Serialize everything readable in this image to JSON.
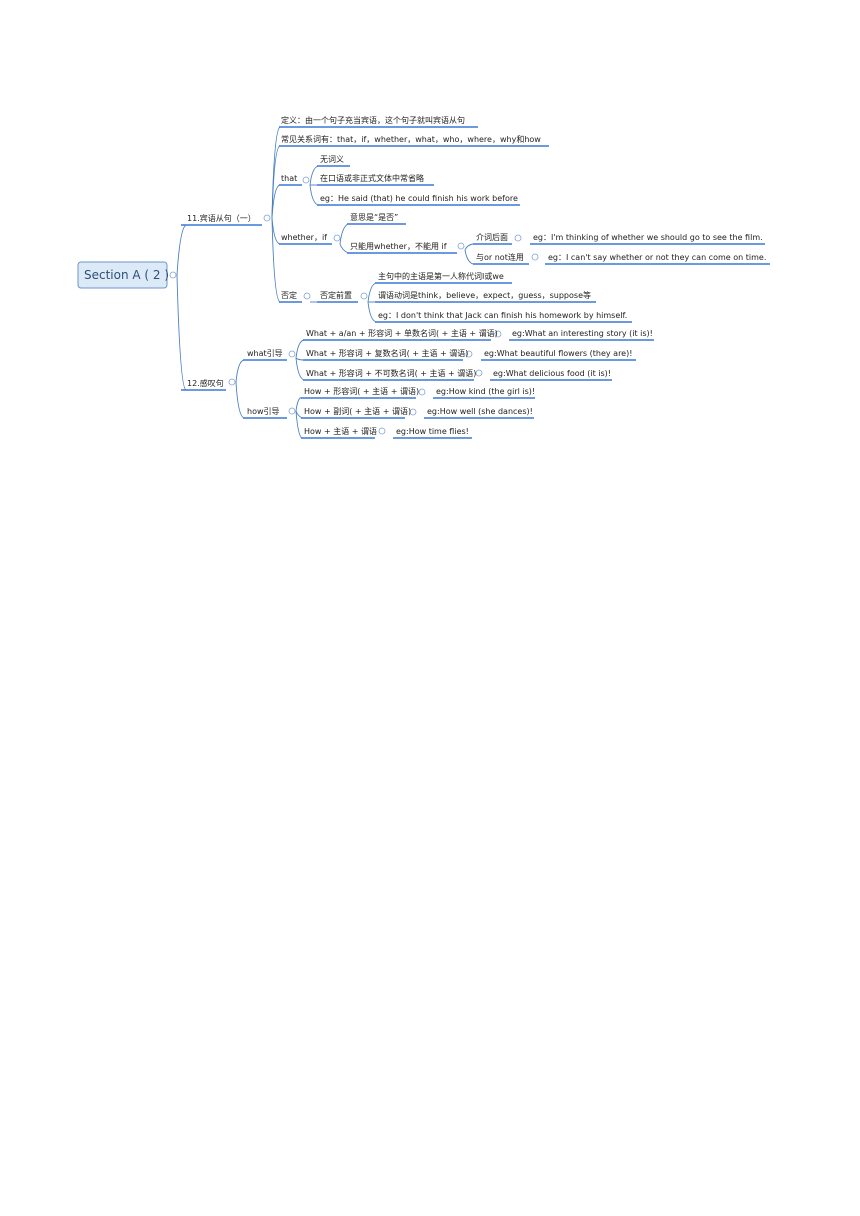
{
  "root": {
    "label": "Section A ( 2 )"
  },
  "colors": {
    "line": "#4a7fc1",
    "underline": "#3b78d8",
    "root_fill": "#dce9f7",
    "root_border": "#6f95c8",
    "text": "#222222",
    "collapse": "#7fa3d1"
  },
  "branch11": {
    "label": "11.宾语从句（一）",
    "definition": "定义：由一个句子充当宾语，这个句子就叫宾语从句",
    "relatives": "常见关系词有：that，if，whether，what，who，where，why和how",
    "that": {
      "label": "that",
      "c1": "无词义",
      "c2": "在口语或非正式文体中常省略",
      "c3": "eg：He said (that) he could finish his work before"
    },
    "whether": {
      "label": "whether，if",
      "meaning": "意思是“是否”",
      "only": "只能用whether，不能用 if",
      "prep": "介词后面",
      "prep_eg": "eg：I'm thinking of whether we should go to see the film.",
      "ornot": "与or not连用",
      "ornot_eg": "eg：I can't say whether or not they can come on time."
    },
    "neg": {
      "label": "否定",
      "front": "否定前置",
      "c1": "主句中的主语是第一人称代词I或we",
      "c2": "谓语动词是think，believe，expect，guess，suppose等",
      "c3": "eg：I don't think that Jack can finish his homework by himself."
    }
  },
  "branch12": {
    "label": "12.感叹句",
    "what": {
      "label": "what引导",
      "p1": "What +  a/an + 形容词 + 单数名词( + 主语 + 谓语)",
      "e1": "eg:What an interesting story (it is)!",
      "p2": "What + 形容词 + 复数名词( + 主语 + 谓语)",
      "e2": "eg:What beautiful flowers (they are)!",
      "p3": "What + 形容词 + 不可数名词( + 主语 + 谓语)",
      "e3": "eg:What delicious food (it is)!"
    },
    "how": {
      "label": "how引导",
      "p1": "How + 形容词( + 主语 + 谓语)",
      "e1": "eg:How kind (the girl is)!",
      "p2": "How + 副词( + 主语 + 谓语)",
      "e2": "eg:How well (she dances)!",
      "p3": "How + 主语 + 谓语",
      "e3": "eg:How time flies!"
    }
  }
}
